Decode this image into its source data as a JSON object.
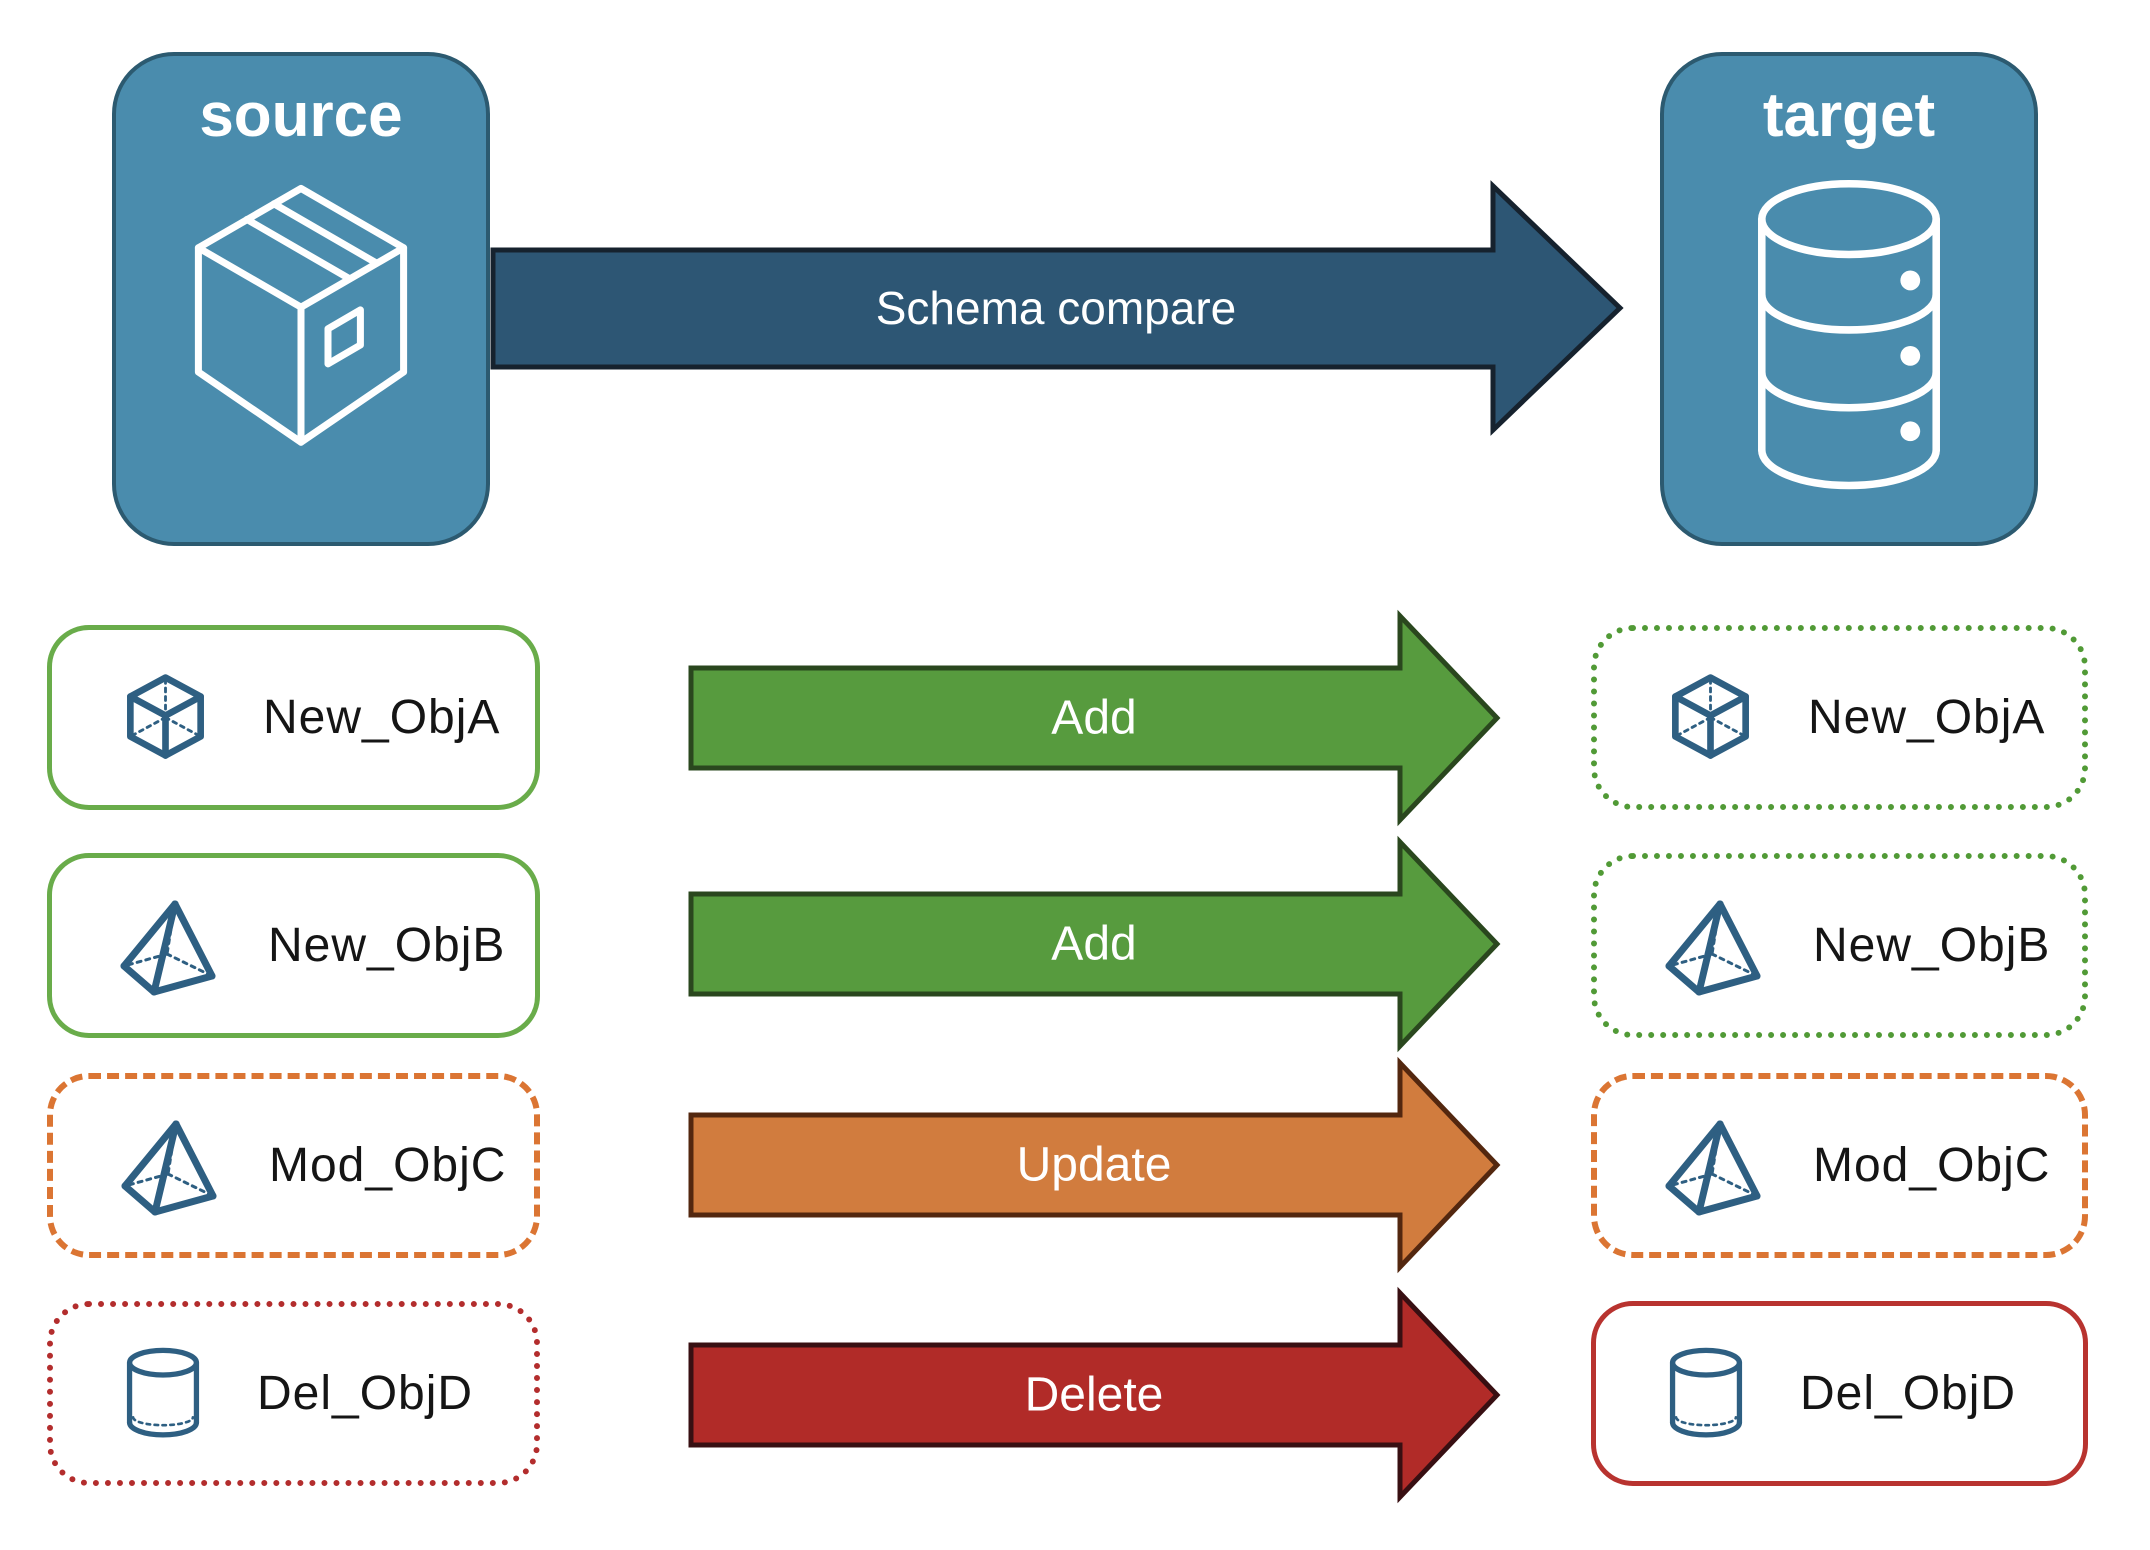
{
  "nodes": {
    "source": {
      "label": "source",
      "icon": "package-icon"
    },
    "target": {
      "label": "target",
      "icon": "database-icon"
    }
  },
  "compare": {
    "label": "Schema compare"
  },
  "rows": [
    {
      "object": "New_ObjA",
      "icon": "cube-icon",
      "action": "Add",
      "source_border": "solid-green",
      "target_border": "dotted-green"
    },
    {
      "object": "New_ObjB",
      "icon": "pyramid-icon",
      "action": "Add",
      "source_border": "solid-green",
      "target_border": "dotted-green"
    },
    {
      "object": "Mod_ObjC",
      "icon": "pyramid-icon",
      "action": "Update",
      "source_border": "dashed-orange",
      "target_border": "dashed-orange"
    },
    {
      "object": "Del_ObjD",
      "icon": "cylinder-icon",
      "action": "Delete",
      "source_border": "dotted-red",
      "target_border": "solid-red"
    }
  ],
  "colors": {
    "node_fill": "#4A8CAD",
    "node_border": "#2C5A70",
    "compare_arrow_fill": "#2D5674",
    "compare_arrow_outline": "#16222E",
    "add_arrow_fill": "#579B3E",
    "add_arrow_outline": "#2A471E",
    "update_arrow_fill": "#D17C3E",
    "update_arrow_outline": "#53270F",
    "delete_arrow_fill": "#B12B28",
    "delete_arrow_outline": "#380F12",
    "green_solid_border": "#69AC4A",
    "green_dotted_border": "#519A36",
    "orange_dashed_border": "#DB7533",
    "red_dotted_border": "#B32D2D",
    "red_solid_border": "#B8332F",
    "object_icon_stroke": "#2E5F82",
    "text_on_arrows": "#FFFFFF",
    "object_label_color": "#151515"
  }
}
